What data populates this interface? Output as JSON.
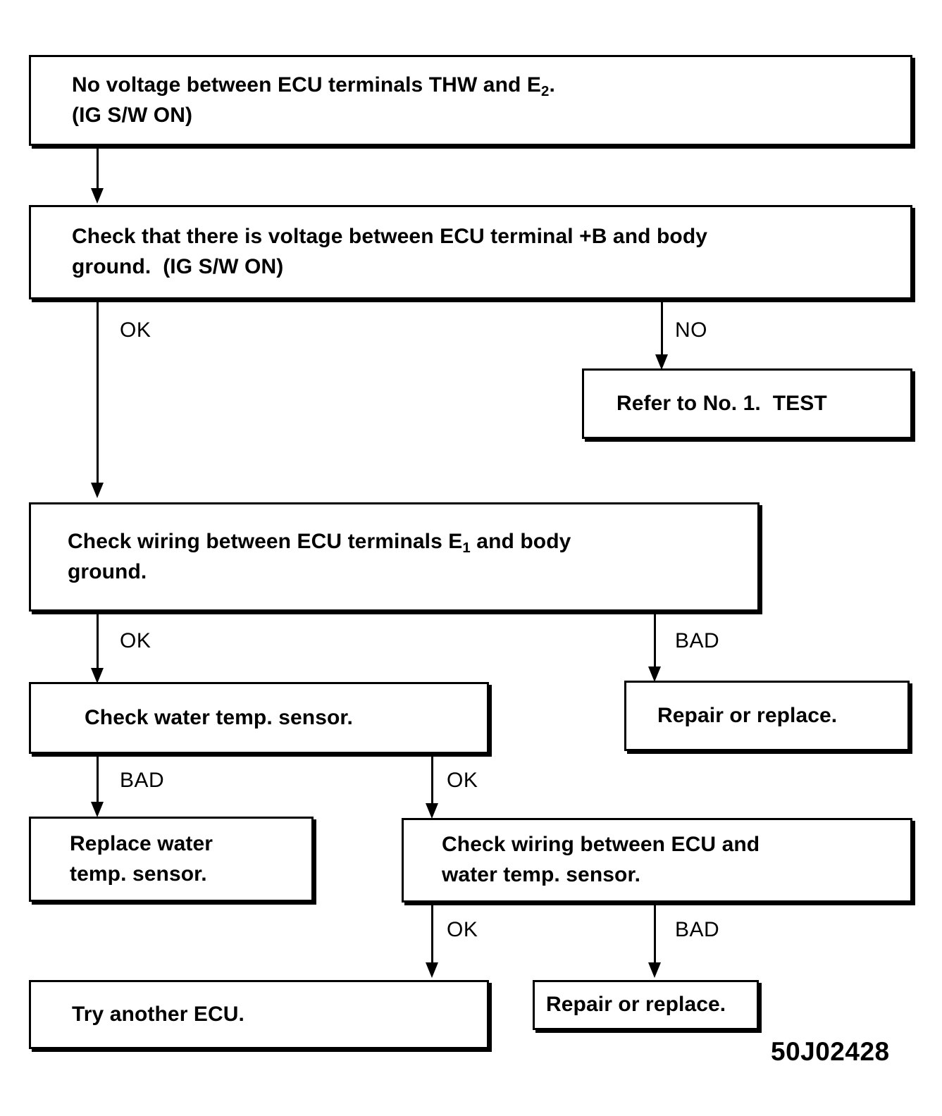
{
  "diagram": {
    "figure_id": "50J02428",
    "type": "troubleshooting-flowchart",
    "nodes": [
      {
        "id": "n1",
        "name": "no-voltage-thw-e2",
        "lines": [
          "No voltage between ECU terminals THW and E",
          "(IG S/W ON)"
        ],
        "line1_prefix": "No voltage between ECU terminals THW and E",
        "line1_sub": "2",
        "line1_suffix": ".",
        "line2": "(IG S/W ON)"
      },
      {
        "id": "n2",
        "name": "check-voltage-plusb-body-ground",
        "line1": "Check that there is voltage between ECU terminal +B and body",
        "line2_normal": "ground.  ",
        "line2_bold": "(IG S/W ON)"
      },
      {
        "id": "n3",
        "name": "refer-to-no-1-test",
        "text_normal": "Refer to No. 1.  ",
        "text_bold": "TEST"
      },
      {
        "id": "n4",
        "name": "check-wiring-e1-body-ground",
        "line1_prefix": "Check wiring between ECU terminals E",
        "line1_sub": "1",
        "line1_suffix": " and body",
        "line2": "ground."
      },
      {
        "id": "n5",
        "name": "repair-or-replace-wiring",
        "text": "Repair or replace."
      },
      {
        "id": "n6",
        "name": "check-water-temp-sensor",
        "text": "Check water temp. sensor."
      },
      {
        "id": "n7",
        "name": "replace-water-temp-sensor",
        "line1": "Replace water",
        "line2": "temp. sensor."
      },
      {
        "id": "n8",
        "name": "check-wiring-ecu-water-temp-sensor",
        "line1": "Check wiring between ECU and",
        "line2": "water temp. sensor."
      },
      {
        "id": "n9",
        "name": "try-another-ecu",
        "text": "Try another ECU."
      },
      {
        "id": "n10",
        "name": "repair-or-replace-sensor-wiring",
        "text": "Repair or replace."
      }
    ],
    "edges": [
      {
        "id": "e1",
        "from": "n1",
        "to": "n2",
        "label": ""
      },
      {
        "id": "e2",
        "from": "n2",
        "to": "n4",
        "label": "OK"
      },
      {
        "id": "e3",
        "from": "n2",
        "to": "n3",
        "label": "NO"
      },
      {
        "id": "e4",
        "from": "n4",
        "to": "n6",
        "label": "OK"
      },
      {
        "id": "e5",
        "from": "n4",
        "to": "n5",
        "label": "BAD"
      },
      {
        "id": "e6",
        "from": "n6",
        "to": "n7",
        "label": "BAD"
      },
      {
        "id": "e7",
        "from": "n6",
        "to": "n8",
        "label": "OK"
      },
      {
        "id": "e8",
        "from": "n8",
        "to": "n9",
        "label": "OK"
      },
      {
        "id": "e9",
        "from": "n8",
        "to": "n10",
        "label": "BAD"
      }
    ],
    "colors": {
      "line": "#000000",
      "background": "#ffffff",
      "text": "#000000"
    }
  }
}
